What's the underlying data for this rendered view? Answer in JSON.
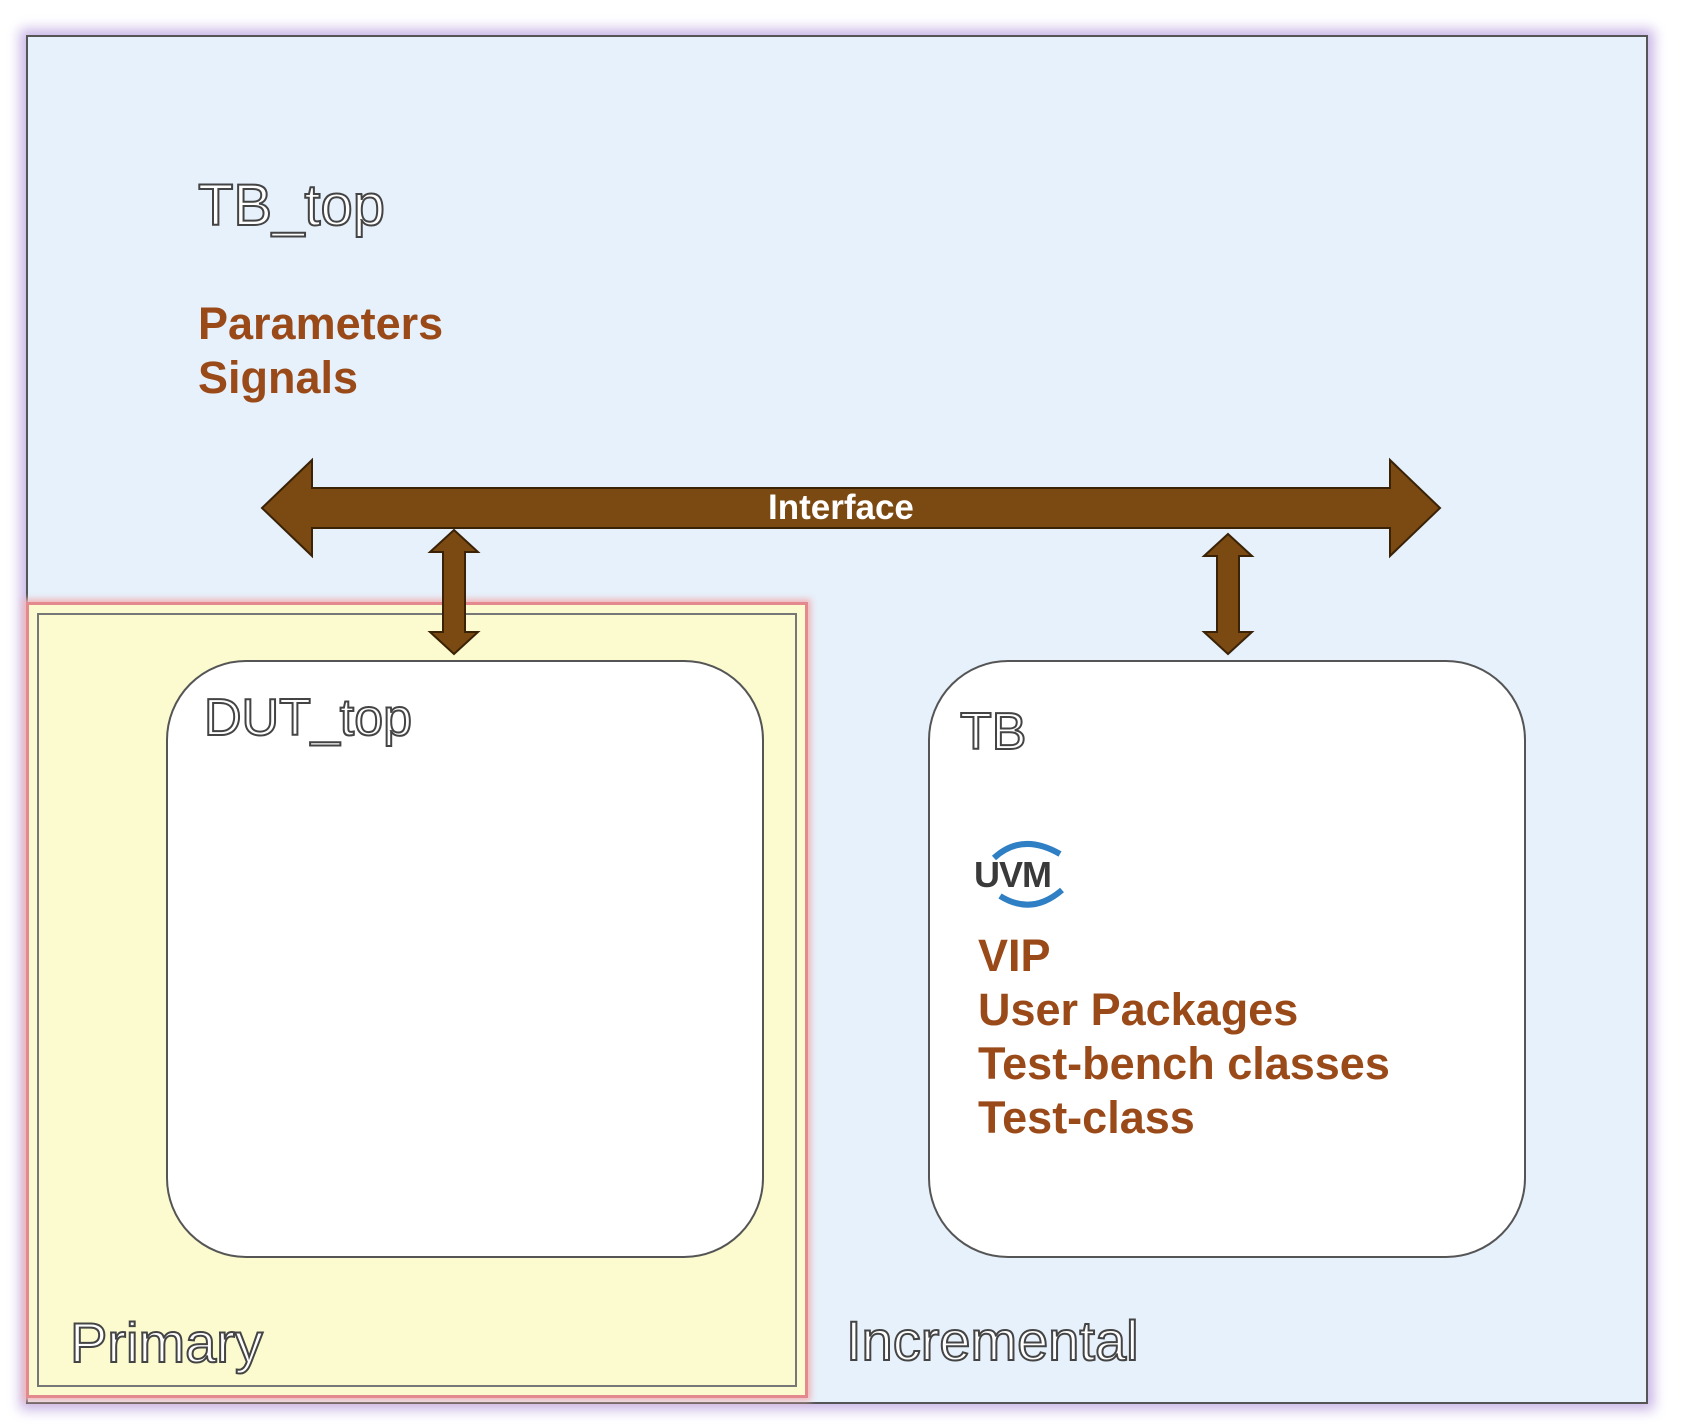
{
  "tb_top": {
    "title": "TB_top",
    "items": [
      "Parameters",
      "Signals"
    ]
  },
  "interface": {
    "label": "Interface"
  },
  "dut": {
    "title": "DUT_top"
  },
  "tb": {
    "title": "TB",
    "logo_text": "UVM",
    "items": [
      "VIP",
      "User Packages",
      "Test-bench classes",
      "Test-class"
    ]
  },
  "regions": {
    "primary": "Primary",
    "incremental": "Incremental"
  },
  "colors": {
    "tb_top_fill": "#e6f1fb",
    "primary_fill": "#fbfbcf",
    "arrow": "#7a4a12",
    "text_brown": "#9a4a18",
    "logo_blue": "#2e7fc4"
  }
}
